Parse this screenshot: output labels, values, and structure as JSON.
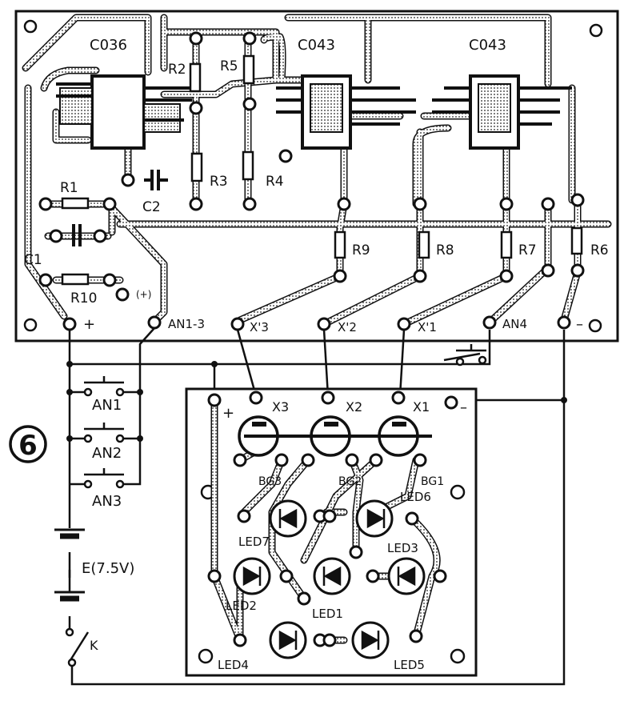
{
  "figure_number": "6",
  "ic_labels": {
    "u1": "C036",
    "u2": "C043",
    "u3": "C043"
  },
  "resistors": {
    "r1": "R1",
    "r2": "R2",
    "r3": "R3",
    "r4": "R4",
    "r5": "R5",
    "r6": "R6",
    "r7": "R7",
    "r8": "R8",
    "r9": "R9",
    "r10": "R10"
  },
  "capacitors": {
    "c1": "C1",
    "c2": "C2"
  },
  "main_board_terminals": {
    "plus": "+",
    "plus_paren": "(+)",
    "an13": "AN1-3",
    "x3p": "X'3",
    "x2p": "X'2",
    "x1p": "X'1",
    "an4": "AN4",
    "minus": "–"
  },
  "led_board_terminals": {
    "plus": "+",
    "x3": "X3",
    "x2": "X2",
    "x1": "X1",
    "minus": "–"
  },
  "transistors": {
    "bg1": "BG1",
    "bg2": "BG2",
    "bg3": "BG3"
  },
  "leds": {
    "led1": "LED1",
    "led2": "LED2",
    "led3": "LED3",
    "led4": "LED4",
    "led5": "LED5",
    "led6": "LED6",
    "led7": "LED7"
  },
  "buttons": {
    "an1": "AN1",
    "an2": "AN2",
    "an3": "AN3"
  },
  "battery": "E(7.5V)",
  "switch": "K"
}
